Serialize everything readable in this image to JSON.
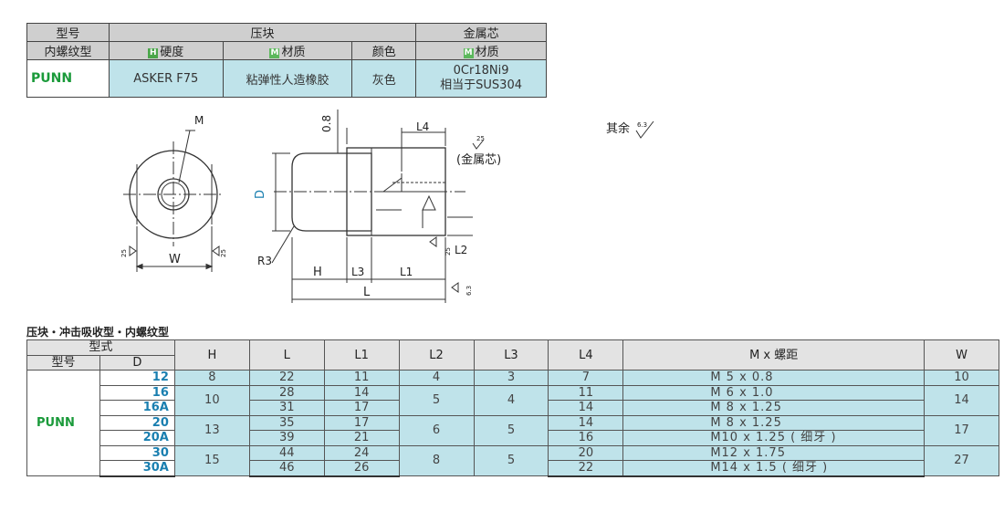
{
  "material_table": {
    "header1": {
      "model": "型号",
      "press": "压块",
      "core": "金属芯"
    },
    "header2": {
      "thread_type": "内螺纹型",
      "hardness": "硬度",
      "material": "材质",
      "color": "颜色",
      "core_material": "材质",
      "mark_h": "H",
      "mark_m": "M"
    },
    "row": {
      "model": "PUNN",
      "hardness": "ASKER F75",
      "material": "粘弹性人造橡胶",
      "color": "灰色",
      "core_line1": "0Cr18Ni9",
      "core_line2": "相当于SUS304"
    }
  },
  "drawing": {
    "labels": {
      "M": "M",
      "W": "W",
      "H": "H",
      "L3": "L3",
      "L1": "L1",
      "L": "L",
      "L2": "L2",
      "L4": "L4",
      "D": "D",
      "R3": "R3",
      "dim_08": "0.8",
      "rough_25": "25",
      "rough_63": "6.3",
      "core_note": "(金属芯)"
    },
    "other_note": "其余"
  },
  "section_title": "压块・冲击吸收型・内螺纹型",
  "dims_table": {
    "headers": {
      "type": "型式",
      "model": "型号",
      "D": "D",
      "H": "H",
      "L": "L",
      "L1": "L1",
      "L2": "L2",
      "L3": "L3",
      "L4": "L4",
      "M": "M x 螺距",
      "W": "W"
    },
    "model": "PUNN",
    "rows": [
      {
        "D": "12",
        "H": "8",
        "L": "22",
        "L1": "11",
        "L2": "4",
        "L3": "3",
        "L4": "7",
        "M": "M 5 x 0.8",
        "W": "10"
      },
      {
        "D": "16",
        "H": "10",
        "L": "28",
        "L1": "14",
        "L2": "5",
        "L3": "4",
        "L4": "11",
        "M": "M 6 x 1.0",
        "W": "14"
      },
      {
        "D": "16A",
        "H": "",
        "L": "31",
        "L1": "17",
        "L2": "",
        "L3": "",
        "L4": "14",
        "M": "M 8 x 1.25",
        "W": ""
      },
      {
        "D": "20",
        "H": "13",
        "L": "35",
        "L1": "17",
        "L2": "6",
        "L3": "5",
        "L4": "14",
        "M": "M 8 x 1.25",
        "W": "17"
      },
      {
        "D": "20A",
        "H": "",
        "L": "39",
        "L1": "21",
        "L2": "",
        "L3": "",
        "L4": "16",
        "M": "M10 x 1.25 ( 细牙 )",
        "W": ""
      },
      {
        "D": "30",
        "H": "15",
        "L": "44",
        "L1": "24",
        "L2": "8",
        "L3": "5",
        "L4": "20",
        "M": "M12 x 1.75",
        "W": "27"
      },
      {
        "D": "30A",
        "H": "",
        "L": "46",
        "L1": "26",
        "L2": "",
        "L3": "",
        "L4": "22",
        "M": "M14 x 1.5 ( 细牙 )",
        "W": ""
      }
    ]
  }
}
